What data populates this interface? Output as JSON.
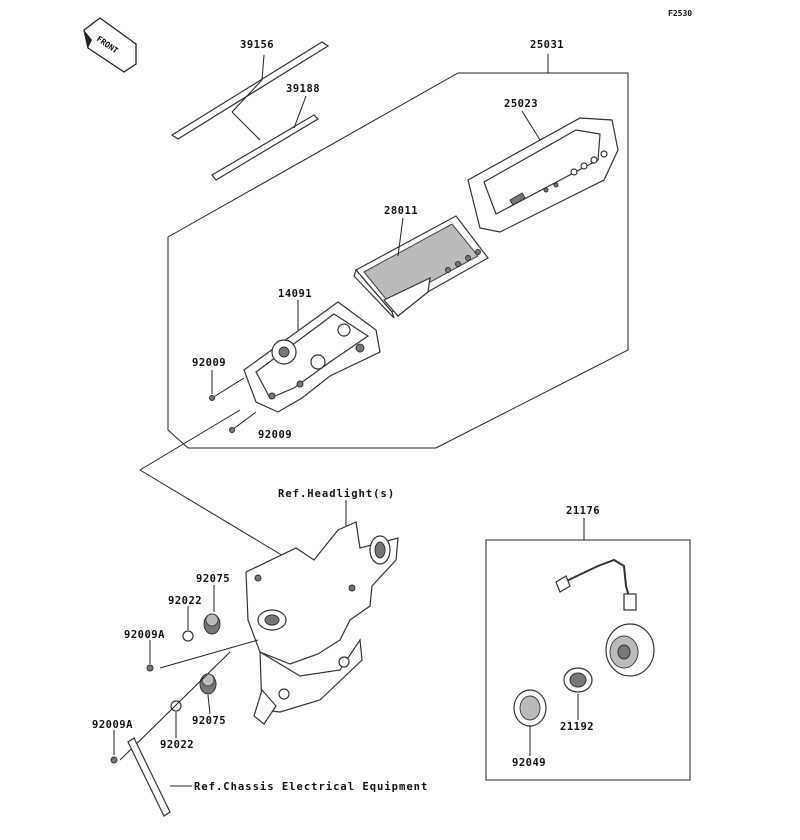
{
  "figure_code": "F2530",
  "front_label": "FRONT",
  "parts": {
    "p39156": "39156",
    "p39188": "39188",
    "p25031": "25031",
    "p25023": "25023",
    "p28011": "28011",
    "p14091": "14091",
    "p92009_a": "92009",
    "p92009_b": "92009",
    "p21176": "21176",
    "p92075_a": "92075",
    "p92022_a": "92022",
    "p92009A_a": "92009A",
    "p92075_b": "92075",
    "p92022_b": "92022",
    "p92009A_b": "92009A",
    "p21192": "21192",
    "p92049": "92049"
  },
  "refs": {
    "headlight": "Ref.Headlight(s)",
    "chassis": "Ref.Chassis Electrical Equipment"
  }
}
